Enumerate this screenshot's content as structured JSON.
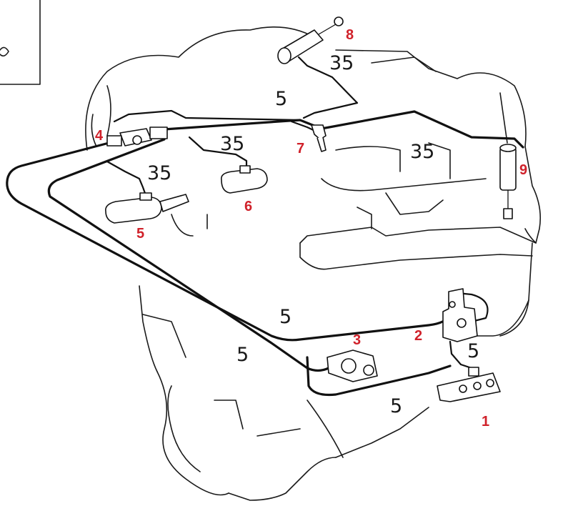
{
  "colors": {
    "callout": "#d0212a",
    "line": "#111111",
    "background": "#ffffff"
  },
  "callouts": [
    "1",
    "2",
    "3",
    "4",
    "5",
    "6",
    "7",
    "8",
    "9"
  ],
  "hose_sizes": {
    "small": "5",
    "large": "35"
  }
}
